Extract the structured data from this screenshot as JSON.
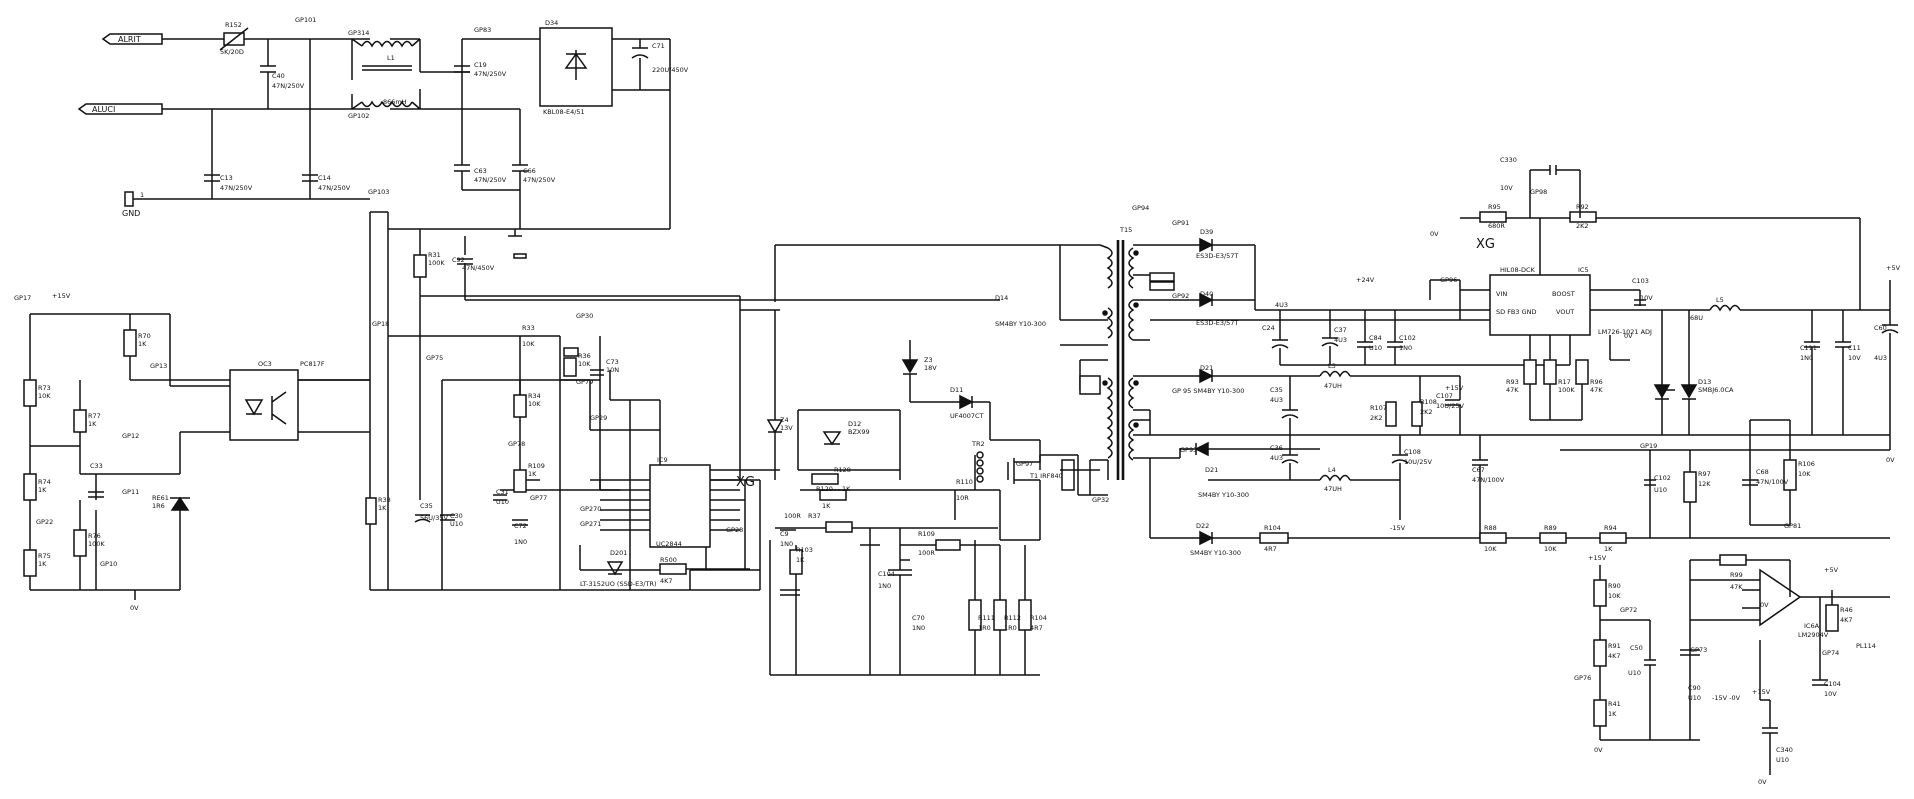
{
  "ports": {
    "l": "ALRIT",
    "n": "ALUCI",
    "gnd": "GND"
  },
  "marks": {
    "xg_ic": "XG",
    "xg_right": "XG"
  },
  "labels": [
    {
      "id": "r152",
      "text": "R152"
    },
    {
      "id": "r152v",
      "text": "5K/20D"
    },
    {
      "id": "gp101",
      "text": "GP101"
    },
    {
      "id": "gp314",
      "text": "GP314"
    },
    {
      "id": "c40",
      "text": "C40"
    },
    {
      "id": "c40v",
      "text": "47N/250V"
    },
    {
      "id": "l1",
      "text": "L1"
    },
    {
      "id": "l1v",
      "text": "866mH"
    },
    {
      "id": "gp102",
      "text": "GP102"
    },
    {
      "id": "gp8x",
      "text": "GP83"
    },
    {
      "id": "d34",
      "text": "D34"
    },
    {
      "id": "c19",
      "text": "C19"
    },
    {
      "id": "c19v",
      "text": "47N/250V"
    },
    {
      "id": "kbl",
      "text": "KBL08-E4/51"
    },
    {
      "id": "c71",
      "text": "C71"
    },
    {
      "id": "c71v",
      "text": "220U/450V"
    },
    {
      "id": "c13",
      "text": "C13"
    },
    {
      "id": "c13v",
      "text": "47N/250V"
    },
    {
      "id": "c14",
      "text": "C14"
    },
    {
      "id": "c14v",
      "text": "47N/250V"
    },
    {
      "id": "gp103",
      "text": "GP103"
    },
    {
      "id": "c63",
      "text": "C63"
    },
    {
      "id": "c63v",
      "text": "47N/250V"
    },
    {
      "id": "c66",
      "text": "C66"
    },
    {
      "id": "c66v",
      "text": "47N/250V"
    },
    {
      "id": "gnd_t",
      "text": "1"
    },
    {
      "id": "r31",
      "text": "R31"
    },
    {
      "id": "r31v",
      "text": "100K"
    },
    {
      "id": "c92",
      "text": "C92"
    },
    {
      "id": "c92v",
      "text": "47N/450V"
    },
    {
      "id": "gp94",
      "text": "GP94"
    },
    {
      "id": "t15",
      "text": "T15"
    },
    {
      "id": "gp91",
      "text": "GP91"
    },
    {
      "id": "gp92",
      "text": "GP92"
    },
    {
      "id": "gp93",
      "text": "GP93"
    },
    {
      "id": "d39",
      "text": "D39"
    },
    {
      "id": "d39v",
      "text": "ES3D-E3/57T"
    },
    {
      "id": "d40",
      "text": "D40"
    },
    {
      "id": "d40v",
      "text": "ES3D-E3/57T"
    },
    {
      "id": "d14",
      "text": "D14"
    },
    {
      "id": "d14v",
      "text": "SM4BY Y10-300"
    },
    {
      "id": "d21",
      "text": "D21"
    },
    {
      "id": "d21v",
      "text": "GP 95 SM4BY Y10-300"
    },
    {
      "id": "d22",
      "text": "D21"
    },
    {
      "id": "d22v",
      "text": "SM4BY Y10-300"
    },
    {
      "id": "d23",
      "text": "D22"
    },
    {
      "id": "d23v",
      "text": "SM4BY Y10-300"
    },
    {
      "id": "c24",
      "text": "C24"
    },
    {
      "id": "c24v",
      "text": "4U3"
    },
    {
      "id": "c37",
      "text": "C37"
    },
    {
      "id": "c37v",
      "text": "4U3"
    },
    {
      "id": "c84",
      "text": "C84"
    },
    {
      "id": "c84v",
      "text": "U10"
    },
    {
      "id": "c102",
      "text": "C102"
    },
    {
      "id": "c102v",
      "text": "1N0"
    },
    {
      "id": "p24v",
      "text": "+24V"
    },
    {
      "id": "gp96",
      "text": "GP96"
    },
    {
      "id": "ic5",
      "text": "IC5"
    },
    {
      "id": "ic5n",
      "text": "HIL08-DCK"
    },
    {
      "id": "vin",
      "text": "VIN"
    },
    {
      "id": "boost",
      "text": "BOOST"
    },
    {
      "id": "sd",
      "text": "SD FB3 GND"
    },
    {
      "id": "vout",
      "text": "VOUT"
    },
    {
      "id": "c330",
      "text": "C330"
    },
    {
      "id": "c330v",
      "text": "10V"
    },
    {
      "id": "r95",
      "text": "R95"
    },
    {
      "id": "r95v",
      "text": "680R"
    },
    {
      "id": "gp98",
      "text": "GP98"
    },
    {
      "id": "r92",
      "text": "R92"
    },
    {
      "id": "r92v",
      "text": "2K2"
    },
    {
      "id": "c103",
      "text": "C103"
    },
    {
      "id": "c103v",
      "text": "10V"
    },
    {
      "id": "l5",
      "text": "L5"
    },
    {
      "id": "l5v",
      "text": "68U"
    },
    {
      "id": "lm",
      "text": "LM726-1021 ADJ"
    },
    {
      "id": "p5v_a",
      "text": "+5V"
    },
    {
      "id": "zv_r",
      "text": "0V"
    },
    {
      "id": "c111",
      "text": "C111"
    },
    {
      "id": "c111v",
      "text": "1N0"
    },
    {
      "id": "c11",
      "text": "C11"
    },
    {
      "id": "c11v",
      "text": "10V"
    },
    {
      "id": "c60",
      "text": "C60"
    },
    {
      "id": "c60v",
      "text": "4U3"
    },
    {
      "id": "d13",
      "text": "D13"
    },
    {
      "id": "d13v",
      "text": "SMBJ6.0CA"
    },
    {
      "id": "r93",
      "text": "R93"
    },
    {
      "id": "r93v",
      "text": "47K"
    },
    {
      "id": "r17",
      "text": "R17"
    },
    {
      "id": "r17v",
      "text": "100K"
    },
    {
      "id": "r96",
      "text": "R96"
    },
    {
      "id": "r96v",
      "text": "47K"
    },
    {
      "id": "l3",
      "text": "L3"
    },
    {
      "id": "l3v",
      "text": "47UH"
    },
    {
      "id": "l4",
      "text": "L4"
    },
    {
      "id": "l4v",
      "text": "47UH"
    },
    {
      "id": "c35",
      "text": "C35"
    },
    {
      "id": "c35v",
      "text": "4U3"
    },
    {
      "id": "c36",
      "text": "C36"
    },
    {
      "id": "c36v",
      "text": "4U3"
    },
    {
      "id": "r107",
      "text": "R107"
    },
    {
      "id": "r107v",
      "text": "2K2"
    },
    {
      "id": "r108",
      "text": "R108"
    },
    {
      "id": "r108v",
      "text": "2K2"
    },
    {
      "id": "c107",
      "text": "C107"
    },
    {
      "id": "c107v",
      "text": "10U/25V"
    },
    {
      "id": "c108",
      "text": "C108"
    },
    {
      "id": "c108v",
      "text": "10U/25V"
    },
    {
      "id": "p15v",
      "text": "+15V"
    },
    {
      "id": "m15v",
      "text": "-15V"
    },
    {
      "id": "c67",
      "text": "C67"
    },
    {
      "id": "c67v",
      "text": "47N/100V"
    },
    {
      "id": "c68",
      "text": "C68"
    },
    {
      "id": "c68v",
      "text": "47N/100V"
    },
    {
      "id": "r106",
      "text": "R106"
    },
    {
      "id": "r106v",
      "text": "10K"
    },
    {
      "id": "gp81",
      "text": "GP81"
    },
    {
      "id": "c102b",
      "text": "C102"
    },
    {
      "id": "c102bv",
      "text": "U10"
    },
    {
      "id": "r97",
      "text": "R97"
    },
    {
      "id": "r97v",
      "text": "12K"
    },
    {
      "id": "r104",
      "text": "R104"
    },
    {
      "id": "r104v",
      "text": "4R7"
    },
    {
      "id": "r88",
      "text": "R88"
    },
    {
      "id": "r88v",
      "text": "10K"
    },
    {
      "id": "r89",
      "text": "R89"
    },
    {
      "id": "r89v",
      "text": "10K"
    },
    {
      "id": "r94",
      "text": "R94"
    },
    {
      "id": "r94v",
      "text": "1K"
    },
    {
      "id": "p15b",
      "text": "+15V"
    },
    {
      "id": "r90",
      "text": "R90"
    },
    {
      "id": "r90v",
      "text": "10K"
    },
    {
      "id": "gp72",
      "text": "GP72"
    },
    {
      "id": "r91",
      "text": "R91"
    },
    {
      "id": "r91v",
      "text": "4K7"
    },
    {
      "id": "c50",
      "text": "C50"
    },
    {
      "id": "c50v",
      "text": "U10"
    },
    {
      "id": "gp73",
      "text": "GP73"
    },
    {
      "id": "gp76",
      "text": "GP76"
    },
    {
      "id": "r41",
      "text": "R41"
    },
    {
      "id": "r41v",
      "text": "1K"
    },
    {
      "id": "c90",
      "text": "C90"
    },
    {
      "id": "c90v",
      "text": "U10"
    },
    {
      "id": "pm",
      "text": "-15V -0V"
    },
    {
      "id": "r99",
      "text": "R99"
    },
    {
      "id": "r99v",
      "text": "47K"
    },
    {
      "id": "ic6a",
      "text": "IC6A"
    },
    {
      "id": "ic6av",
      "text": "LM2904V"
    },
    {
      "id": "r46",
      "text": "R46"
    },
    {
      "id": "r46v",
      "text": "4K7"
    },
    {
      "id": "gp74",
      "text": "GP74"
    },
    {
      "id": "pl114",
      "text": "PL114"
    },
    {
      "id": "c104",
      "text": "C104"
    },
    {
      "id": "c104v",
      "text": "10V"
    },
    {
      "id": "c340",
      "text": "C340"
    },
    {
      "id": "c340v",
      "text": "U10"
    },
    {
      "id": "p5v_b",
      "text": "+5V"
    },
    {
      "id": "p15c",
      "text": "+15V"
    },
    {
      "id": "zv_a",
      "text": "0V"
    },
    {
      "id": "zv_b",
      "text": "0V"
    },
    {
      "id": "zv_c",
      "text": "0V"
    },
    {
      "id": "zv_d",
      "text": "0V"
    },
    {
      "id": "zv_e",
      "text": "0V"
    },
    {
      "id": "oc3",
      "text": "OC3"
    },
    {
      "id": "oc3v",
      "text": "PC817F"
    },
    {
      "id": "gp17",
      "text": "GP17"
    },
    {
      "id": "p15d",
      "text": "+15V"
    },
    {
      "id": "r70",
      "text": "R70"
    },
    {
      "id": "r70v",
      "text": "1K"
    },
    {
      "id": "gp13",
      "text": "GP13"
    },
    {
      "id": "r73",
      "text": "R73"
    },
    {
      "id": "r73v",
      "text": "10K"
    },
    {
      "id": "r77",
      "text": "R77"
    },
    {
      "id": "r77v",
      "text": "1K"
    },
    {
      "id": "gp12",
      "text": "GP12"
    },
    {
      "id": "c33",
      "text": "C33"
    },
    {
      "id": "r74",
      "text": "R74"
    },
    {
      "id": "r74v",
      "text": "1K"
    },
    {
      "id": "gp11",
      "text": "GP11"
    },
    {
      "id": "re61",
      "text": "RE61"
    },
    {
      "id": "re61v",
      "text": "1R6"
    },
    {
      "id": "gp22",
      "text": "GP22"
    },
    {
      "id": "r76",
      "text": "R76"
    },
    {
      "id": "r76v",
      "text": "100K"
    },
    {
      "id": "r75",
      "text": "R75"
    },
    {
      "id": "r75v",
      "text": "1K"
    },
    {
      "id": "gp10",
      "text": "GP10"
    },
    {
      "id": "zv_f",
      "text": "0V"
    },
    {
      "id": "gp18",
      "text": "GP18"
    },
    {
      "id": "gp75",
      "text": "GP75"
    },
    {
      "id": "r38",
      "text": "R38"
    },
    {
      "id": "r38v",
      "text": "1K"
    },
    {
      "id": "c35b",
      "text": "C35"
    },
    {
      "id": "c35bv",
      "text": "56U/35V"
    },
    {
      "id": "c30",
      "text": "C30"
    },
    {
      "id": "c30v",
      "text": "U10"
    },
    {
      "id": "r33",
      "text": "R33"
    },
    {
      "id": "r33v",
      "text": "10K"
    },
    {
      "id": "gp30",
      "text": "GP30"
    },
    {
      "id": "r36",
      "text": "R36"
    },
    {
      "id": "r36v",
      "text": "10K"
    },
    {
      "id": "c73",
      "text": "C73"
    },
    {
      "id": "c73v",
      "text": "10N"
    },
    {
      "id": "gp79",
      "text": "GP79"
    },
    {
      "id": "gp29",
      "text": "GP29"
    },
    {
      "id": "r34",
      "text": "R34"
    },
    {
      "id": "r34v",
      "text": "10K"
    },
    {
      "id": "gp78",
      "text": "GP78"
    },
    {
      "id": "r109",
      "text": "R109"
    },
    {
      "id": "r109v",
      "text": "1K"
    },
    {
      "id": "c31",
      "text": "C31"
    },
    {
      "id": "c31v",
      "text": "U10"
    },
    {
      "id": "c72",
      "text": "C72"
    },
    {
      "id": "c72v",
      "text": "1N0"
    },
    {
      "id": "gp77",
      "text": "GP77"
    },
    {
      "id": "ic9",
      "text": "IC9"
    },
    {
      "id": "ic9n",
      "text": "UC2844"
    },
    {
      "id": "gp270",
      "text": "GP270"
    },
    {
      "id": "gp271",
      "text": "GP271"
    },
    {
      "id": "gp28",
      "text": "GP28"
    },
    {
      "id": "d201",
      "text": "D201"
    },
    {
      "id": "d201v",
      "text": "LT-3152UO (SSD-E3/TR)"
    },
    {
      "id": "r500",
      "text": "R500"
    },
    {
      "id": "r500v",
      "text": "4K7"
    },
    {
      "id": "z4",
      "text": "Z4"
    },
    {
      "id": "z4v",
      "text": "13V"
    },
    {
      "id": "c9",
      "text": "C9"
    },
    {
      "id": "c9v",
      "text": "1N0"
    },
    {
      "id": "r103",
      "text": "R103"
    },
    {
      "id": "r103v",
      "text": "1K"
    },
    {
      "id": "r120",
      "text": "R120"
    },
    {
      "id": "r120v",
      "text": "1K"
    },
    {
      "id": "r128",
      "text": "R128"
    },
    {
      "id": "r128v",
      "text": "1K"
    },
    {
      "id": "r37",
      "text": "R37"
    },
    {
      "id": "r37v",
      "text": "100R"
    },
    {
      "id": "d12",
      "text": "D12"
    },
    {
      "id": "d12v",
      "text": "BZX99"
    },
    {
      "id": "z3",
      "text": "Z3"
    },
    {
      "id": "z3v",
      "text": "18V"
    },
    {
      "id": "d11",
      "text": "D11"
    },
    {
      "id": "d11v",
      "text": "UF4007CT"
    },
    {
      "id": "r110",
      "text": "R110"
    },
    {
      "id": "r110v",
      "text": "10R"
    },
    {
      "id": "r109b",
      "text": "R109"
    },
    {
      "id": "r109bv",
      "text": "100R"
    },
    {
      "id": "c104b",
      "text": "C104"
    },
    {
      "id": "c104bv",
      "text": "1N0"
    },
    {
      "id": "c70",
      "text": "C70"
    },
    {
      "id": "c70v",
      "text": "1N0"
    },
    {
      "id": "r111",
      "text": "R111"
    },
    {
      "id": "r111v",
      "text": "1R0"
    },
    {
      "id": "r112",
      "text": "R112"
    },
    {
      "id": "r112v",
      "text": "1R0"
    },
    {
      "id": "r104b",
      "text": "R104"
    },
    {
      "id": "r104bv",
      "text": "4R7"
    },
    {
      "id": "t1",
      "text": "T1 IRF840"
    },
    {
      "id": "gp32",
      "text": "GP32"
    },
    {
      "id": "tr2",
      "text": "TR2"
    },
    {
      "id": "gp97",
      "text": "GP97"
    },
    {
      "id": "gp19",
      "text": "GP19"
    }
  ]
}
